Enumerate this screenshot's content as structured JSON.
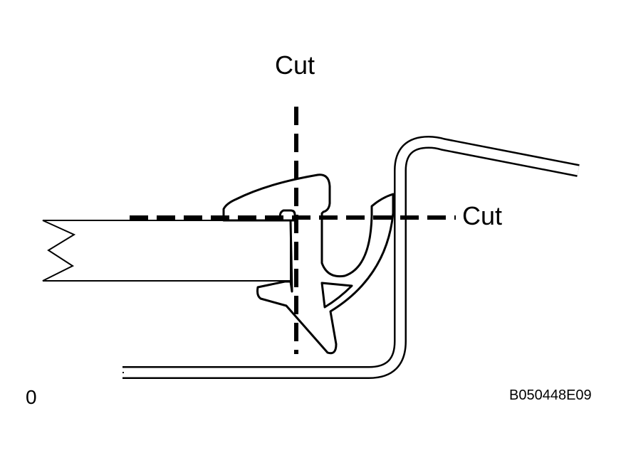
{
  "labels": {
    "cut_vertical": "Cut",
    "cut_horizontal": "Cut",
    "corner_code": "0",
    "figure_id": "B050448E09"
  },
  "colors": {
    "line": "#000000",
    "fill": "#ffffff"
  }
}
